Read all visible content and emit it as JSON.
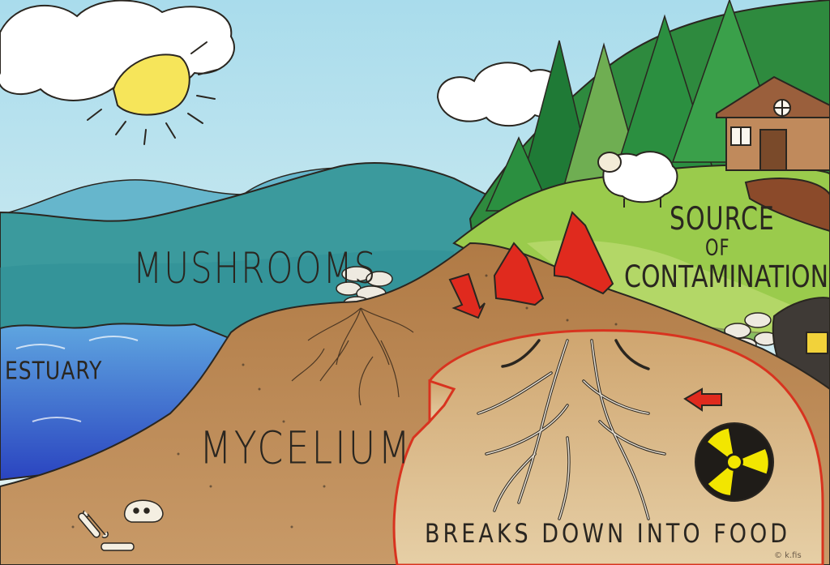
{
  "labels": {
    "mushrooms": "MUSHROOMS",
    "estuary": "ESTUARY",
    "mycelium": "MYCELIUM",
    "source": "SOURCE",
    "of": "OF",
    "contamination": "CONTAMINATION",
    "breaks_down": "BREAKS DOWN INTO FOOD",
    "signature": "© k.fis"
  },
  "icons": [
    "sun-icon",
    "cloud-icon",
    "mountain-icon",
    "tree-icon",
    "sheep-icon",
    "cabin-icon",
    "mushroom-cluster-icon",
    "arrow-icon",
    "radiation-icon",
    "bone-icon",
    "skull-icon"
  ],
  "colors": {
    "sky": "#bfe3ef",
    "sea": "#2f6fbe",
    "mountains": "#3b9a9d",
    "soil": "#a8774a",
    "grass": "#9acb4c",
    "forest": "#2e8a3e",
    "arrows": "#e02a1e",
    "radiation": "#f2e600",
    "outline": "#2a2620"
  }
}
